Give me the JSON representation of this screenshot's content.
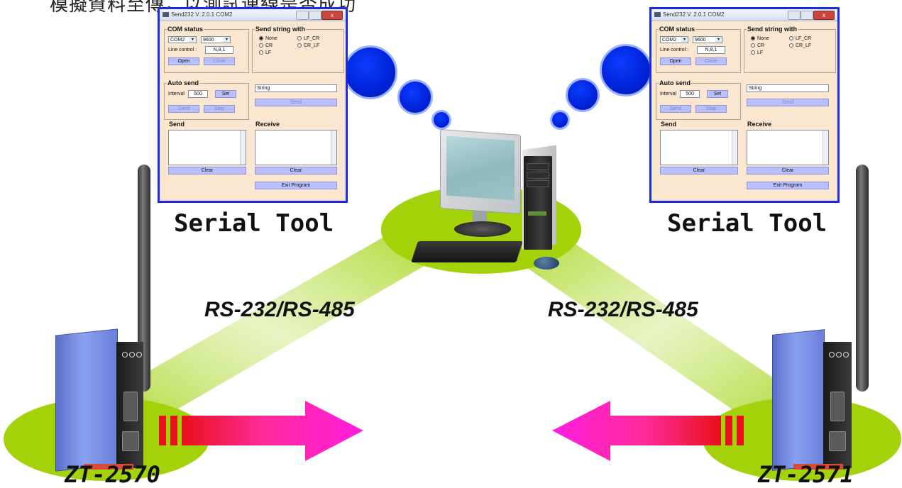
{
  "top_caption": "模擬資料至傳，以測試連線是否成功",
  "serial_tool_label": "Serial Tool",
  "link_label": "RS-232/RS-485",
  "devices": {
    "left": "ZT-2570",
    "right": "ZT-2571"
  },
  "send232_window": {
    "title": "Send232  V. 2.0.1  COM2",
    "close": "x",
    "com_status_title": "COM status",
    "com_port": "COM2",
    "baud": "9600",
    "line_control_label": "Line control :",
    "line_control_value": "N,8,1",
    "open_label": "Open",
    "close_label": "Close",
    "send_string_title": "Send string with",
    "radio_none": "None",
    "radio_cr": "CR",
    "radio_lf": "LF",
    "radio_lf_cr": "LF_CR",
    "radio_cr_lf": "CR_LF",
    "auto_send_title": "Auto send",
    "interval_label": "Interval",
    "interval_value": "500",
    "set_label": "Set",
    "send_label": "Send",
    "stop_label": "Stop",
    "string_value": "String",
    "send_area_title": "Send",
    "receive_title": "Receive",
    "clear_label": "Clear",
    "exit_label": "Exit Program"
  },
  "colors": {
    "ellipse": "#a3d20a",
    "window_border": "#1b2be0",
    "window_bg": "#fbe6cf",
    "bubble": "#0022d8",
    "arrow": "#ff1fd6",
    "arrow_bar": "#e8101a"
  }
}
